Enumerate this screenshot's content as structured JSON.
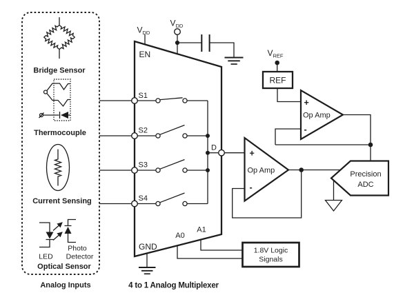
{
  "panel": {
    "sensors": [
      {
        "label": "Bridge Sensor"
      },
      {
        "label": "Thermocouple"
      },
      {
        "label": "Current Sensing"
      },
      {
        "label": "Optical Sensor"
      }
    ],
    "led_label": "LED",
    "photo_line1": "Photo",
    "photo_line2": "Detector",
    "caption": "Analog Inputs"
  },
  "mux": {
    "enable": "EN",
    "ground": "GND",
    "inputs": [
      "S1",
      "S2",
      "S3",
      "S4"
    ],
    "output": "D",
    "addr0": "A0",
    "addr1": "A1",
    "caption": "4 to 1 Analog Multiplexer"
  },
  "power": {
    "vdd_main": "V",
    "vdd_sub": "DD",
    "vref_main": "V",
    "vref_sub": "REF"
  },
  "ref": {
    "label": "REF"
  },
  "opamp_top": {
    "plus": "+",
    "minus": "-",
    "label": "Op Amp"
  },
  "opamp_bottom": {
    "plus": "+",
    "minus": "-",
    "label": "Op Amp"
  },
  "adc": {
    "line1": "Precision",
    "line2": "ADC"
  },
  "logic": {
    "line1": "1.8V Logic",
    "line2": "Signals"
  },
  "colors": {
    "ink": "#1c1c1c",
    "background": "#ffffff"
  }
}
